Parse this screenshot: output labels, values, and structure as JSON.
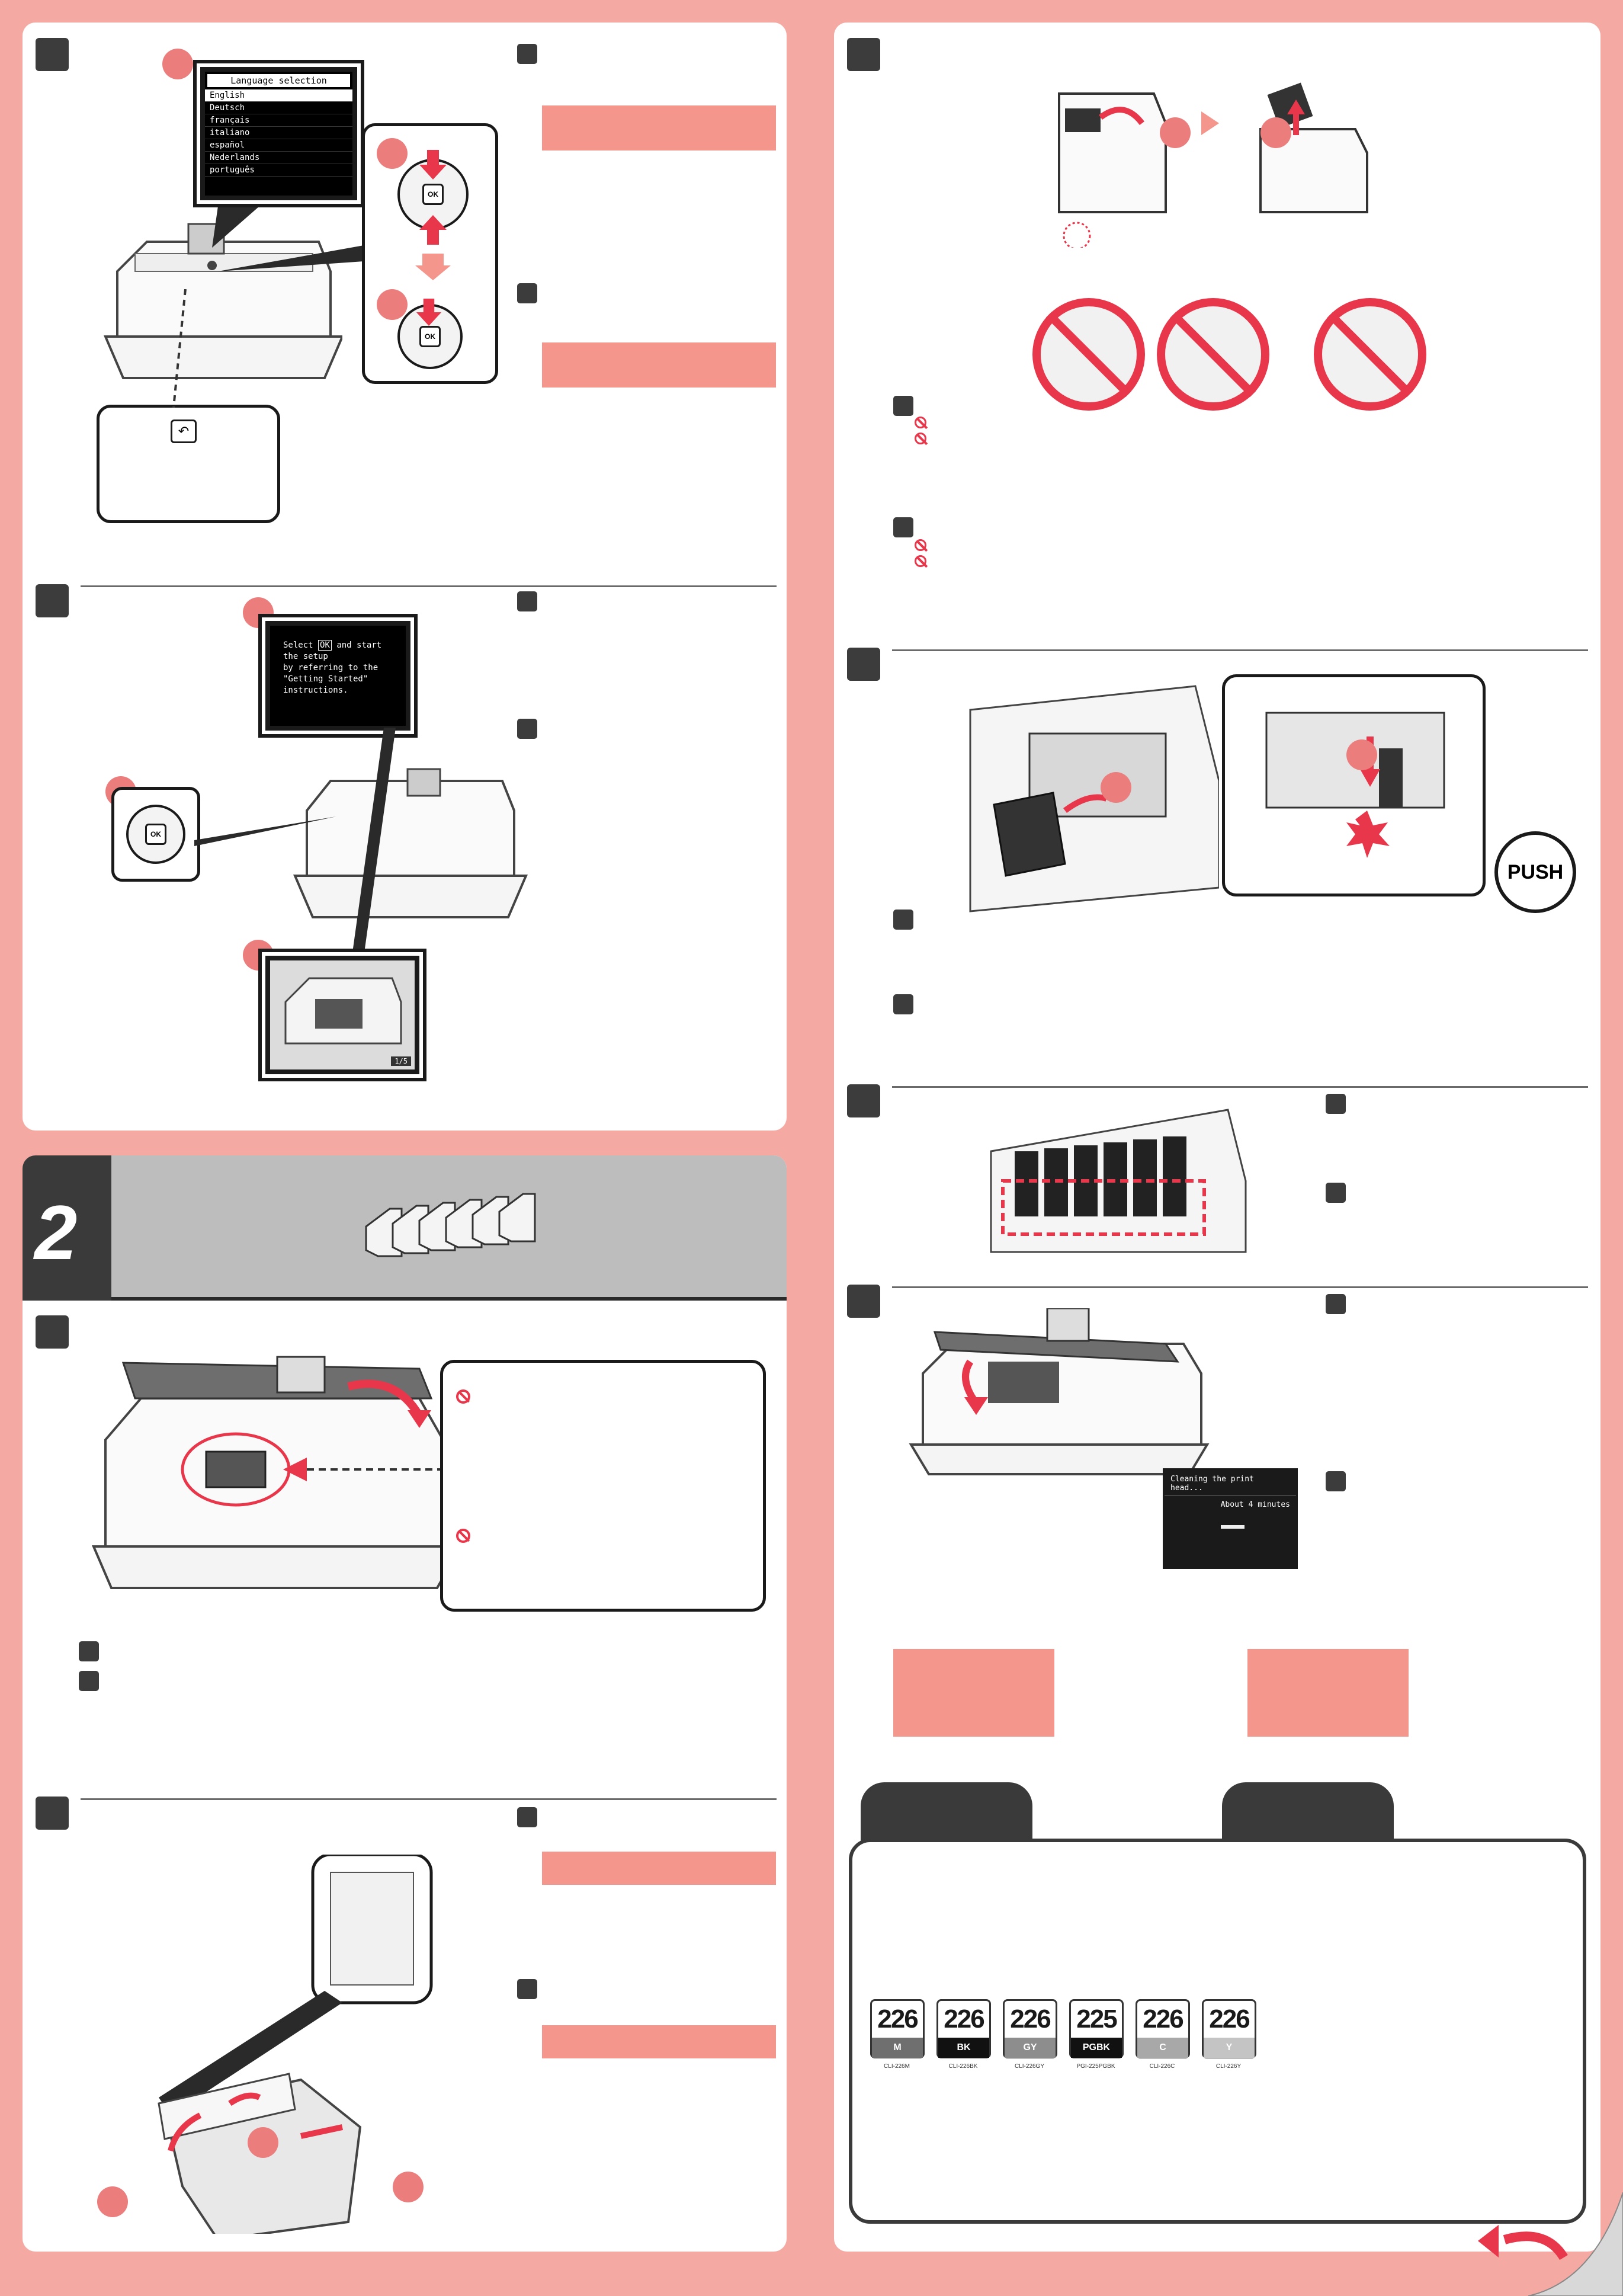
{
  "colors": {
    "background": "#f4aaa2",
    "accent_bar": "#f4968c",
    "badge": "#ec7d7d",
    "prohibit": "#e8364a",
    "dark": "#3c3c3c"
  },
  "section2": {
    "number": "2"
  },
  "language_screen": {
    "title": "Language selection",
    "options": [
      "English",
      "Deutsch",
      "français",
      "italiano",
      "español",
      "Nederlands",
      "português"
    ],
    "selected": "English"
  },
  "setup_screen": {
    "line1_prefix": "Select",
    "ok_label": "OK",
    "line1_suffix": "and start the setup",
    "line2": "by referring to the",
    "line3": "\"Getting Started\" instructions."
  },
  "guide_screen": {
    "page": "1/5"
  },
  "cleaning_screen": {
    "title": "Cleaning the print head...",
    "time": "About 4 minutes"
  },
  "dial": {
    "ok_label": "OK"
  },
  "push_label": "PUSH",
  "ink_tanks": [
    {
      "number": "226",
      "color": "M",
      "code": "CLI-226M",
      "bg": "#6f6f6f"
    },
    {
      "number": "226",
      "color": "BK",
      "code": "CLI-226BK",
      "bg": "#111111"
    },
    {
      "number": "226",
      "color": "GY",
      "code": "CLI-226GY",
      "bg": "#8d8d8d"
    },
    {
      "number": "225",
      "color": "PGBK",
      "code": "PGI-225PGBK",
      "bg": "#111111"
    },
    {
      "number": "226",
      "color": "C",
      "code": "CLI-226C",
      "bg": "#a8a8a8"
    },
    {
      "number": "226",
      "color": "Y",
      "code": "CLI-226Y",
      "bg": "#c4c4c4"
    }
  ]
}
